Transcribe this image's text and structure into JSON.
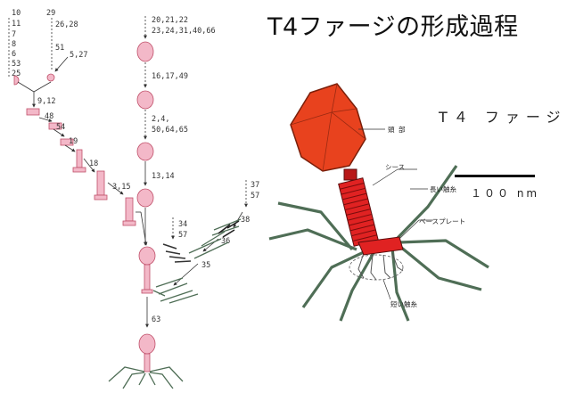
{
  "title": "T4ファージの形成過程",
  "figure_label": "T４ ファージ",
  "scale_label": "１００ nm",
  "gene_labels": {
    "col1_top": [
      "10",
      "11",
      "7",
      "8",
      "6",
      "53",
      "25"
    ],
    "col2_top_a": "29",
    "col2_top_b": "26,28",
    "col2_51": "51",
    "col2_527": "5,27",
    "merge_912": "9,12",
    "g48": "48",
    "g54": "54",
    "g19": "19",
    "g18": "18",
    "g315": "3,15",
    "head_top_a": "20,21,22",
    "head_top_b": "23,24,31,40,66",
    "head_1617": "16,17,49",
    "head_24_a": "2,4,",
    "head_24_b": "50,64,65",
    "head_1314": "13,14",
    "fiber_34": "34",
    "fiber_57": "57",
    "fiber_36": "36",
    "fiber_35": "35",
    "fiber_37": "37",
    "fiber_57b": "57",
    "fiber_38": "38",
    "g63": "63"
  },
  "structure_labels": {
    "head": "頭 部",
    "sheath": "シース",
    "long_fiber": "長い触糸",
    "baseplate": "ベースプレート",
    "short_fiber": "短い触糸"
  },
  "colors": {
    "pink_part": "#f3b8c8",
    "pink_stroke": "#c0506a",
    "head_fill": "#e8421e",
    "tail_red": "#e02222",
    "fiber_green": "#4f6e56"
  }
}
